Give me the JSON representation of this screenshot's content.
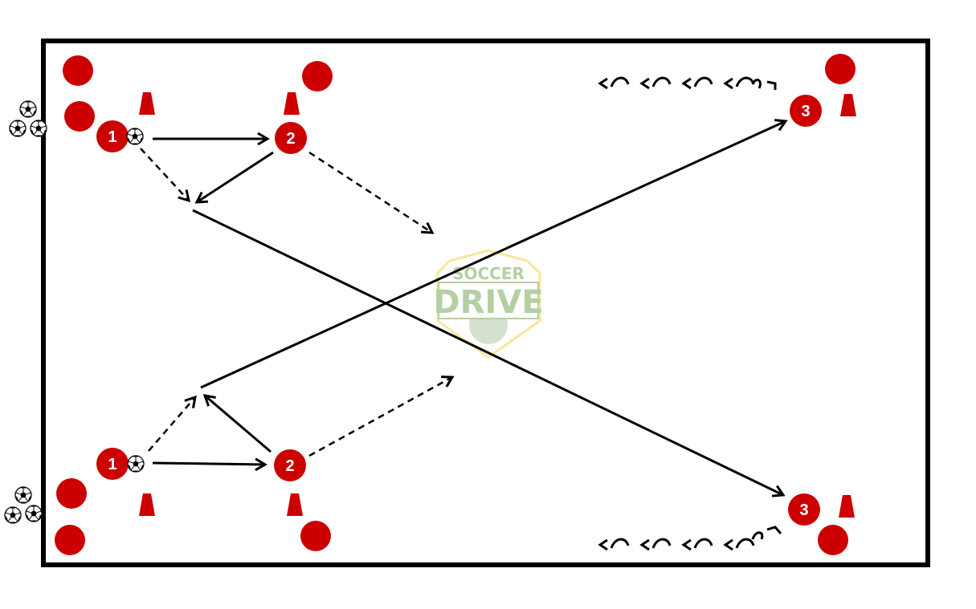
{
  "diagram": {
    "logo": {
      "line1": "SOCCER",
      "line2": "DRIVE"
    },
    "players": {
      "top_1": "1",
      "top_2": "2",
      "top_3": "3",
      "bottom_1": "1",
      "bottom_2": "2",
      "bottom_3": "3"
    },
    "colors": {
      "player": "#cc0000",
      "line": "#000000",
      "field": "#ffffff"
    }
  }
}
